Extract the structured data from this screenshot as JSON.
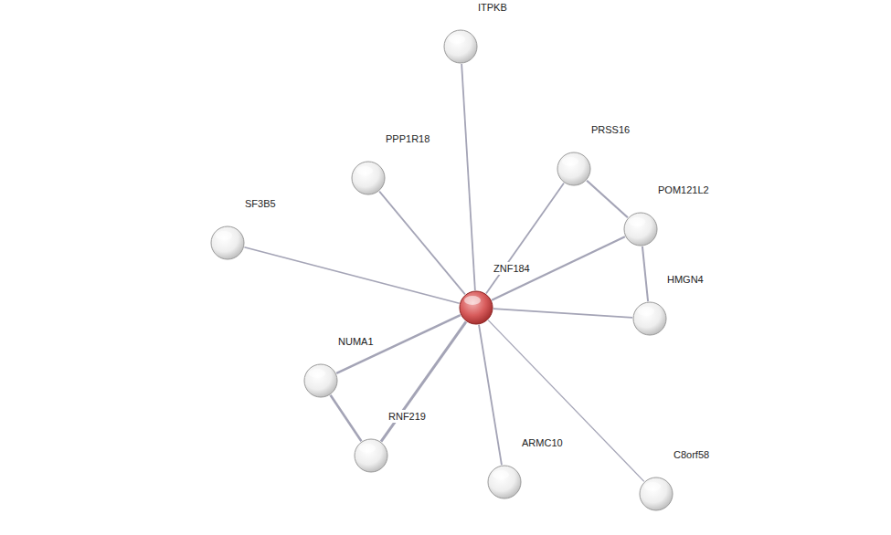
{
  "diagram": {
    "nodes": [
      {
        "text": [
          "ITPKB"
        ]
      },
      {
        "text": [
          "PPP1R18"
        ]
      },
      {
        "text": [
          "PRSS16"
        ]
      },
      {
        "text": [
          "POM121L2"
        ]
      },
      {
        "text": [
          "SF3B5"
        ]
      },
      {
        "text": [
          "ZNF184"
        ]
      },
      {
        "text": [
          "HMGN4"
        ]
      },
      {
        "text": [
          "NUMA1"
        ]
      },
      {
        "text": [
          "RNF219"
        ]
      },
      {
        "text": [
          "ARMC10"
        ]
      },
      {
        "text": [
          "C8orf58"
        ]
      }
    ],
    "edges": [
      {
        "from": 5,
        "to": 0,
        "arrow": "none"
      },
      {
        "from": 5,
        "to": 1,
        "arrow": "none"
      },
      {
        "from": 5,
        "to": 2,
        "arrow": "none"
      },
      {
        "from": 5,
        "to": 3,
        "arrow": "none"
      },
      {
        "from": 5,
        "to": 4,
        "arrow": "none"
      },
      {
        "from": 5,
        "to": 6,
        "arrow": "none"
      },
      {
        "from": 5,
        "to": 7,
        "arrow": "none"
      },
      {
        "from": 5,
        "to": 8,
        "arrow": "none"
      },
      {
        "from": 5,
        "to": 9,
        "arrow": "none"
      },
      {
        "from": 5,
        "to": 10,
        "arrow": "none"
      },
      {
        "from": 2,
        "to": 3,
        "arrow": "none"
      },
      {
        "from": 3,
        "to": 6,
        "arrow": "none"
      },
      {
        "from": 7,
        "to": 8,
        "arrow": "none"
      }
    ]
  }
}
